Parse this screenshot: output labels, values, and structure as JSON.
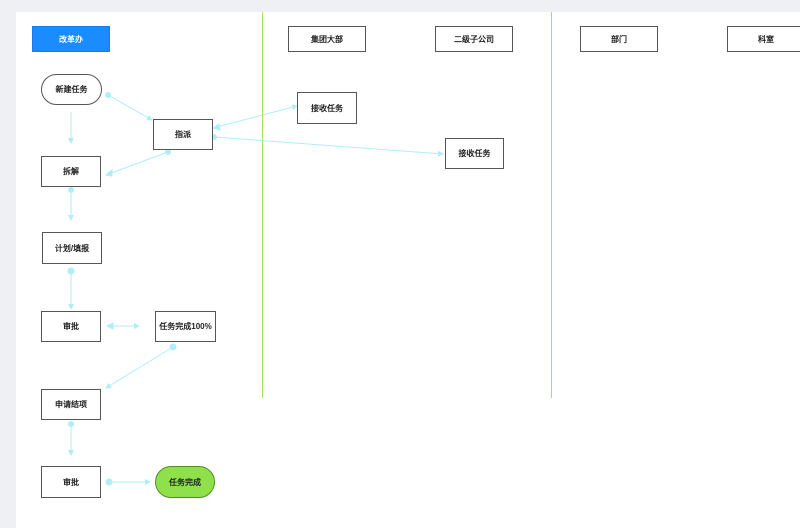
{
  "headers": {
    "reform_office": "改革办",
    "group_hq": "集团大部",
    "second_level_subsidiary": "二级子公司",
    "department": "部门",
    "section": "科室"
  },
  "nodes": {
    "new_task": "新建任务",
    "assign": "指派",
    "receive_task_group": "接收任务",
    "receive_task_subsidiary": "接收任务",
    "decompose": "拆解",
    "plan_fill": "计划/填报",
    "approve_1": "审批",
    "task_100": "任务完成100%",
    "apply_close": "申请结项",
    "approve_2": "审批",
    "task_done": "任务完成"
  },
  "colors": {
    "connector": "#aeeefa",
    "lane_divider": "#a6e35a",
    "header_active": "#1a8cff",
    "done_fill": "#8fe04a"
  }
}
